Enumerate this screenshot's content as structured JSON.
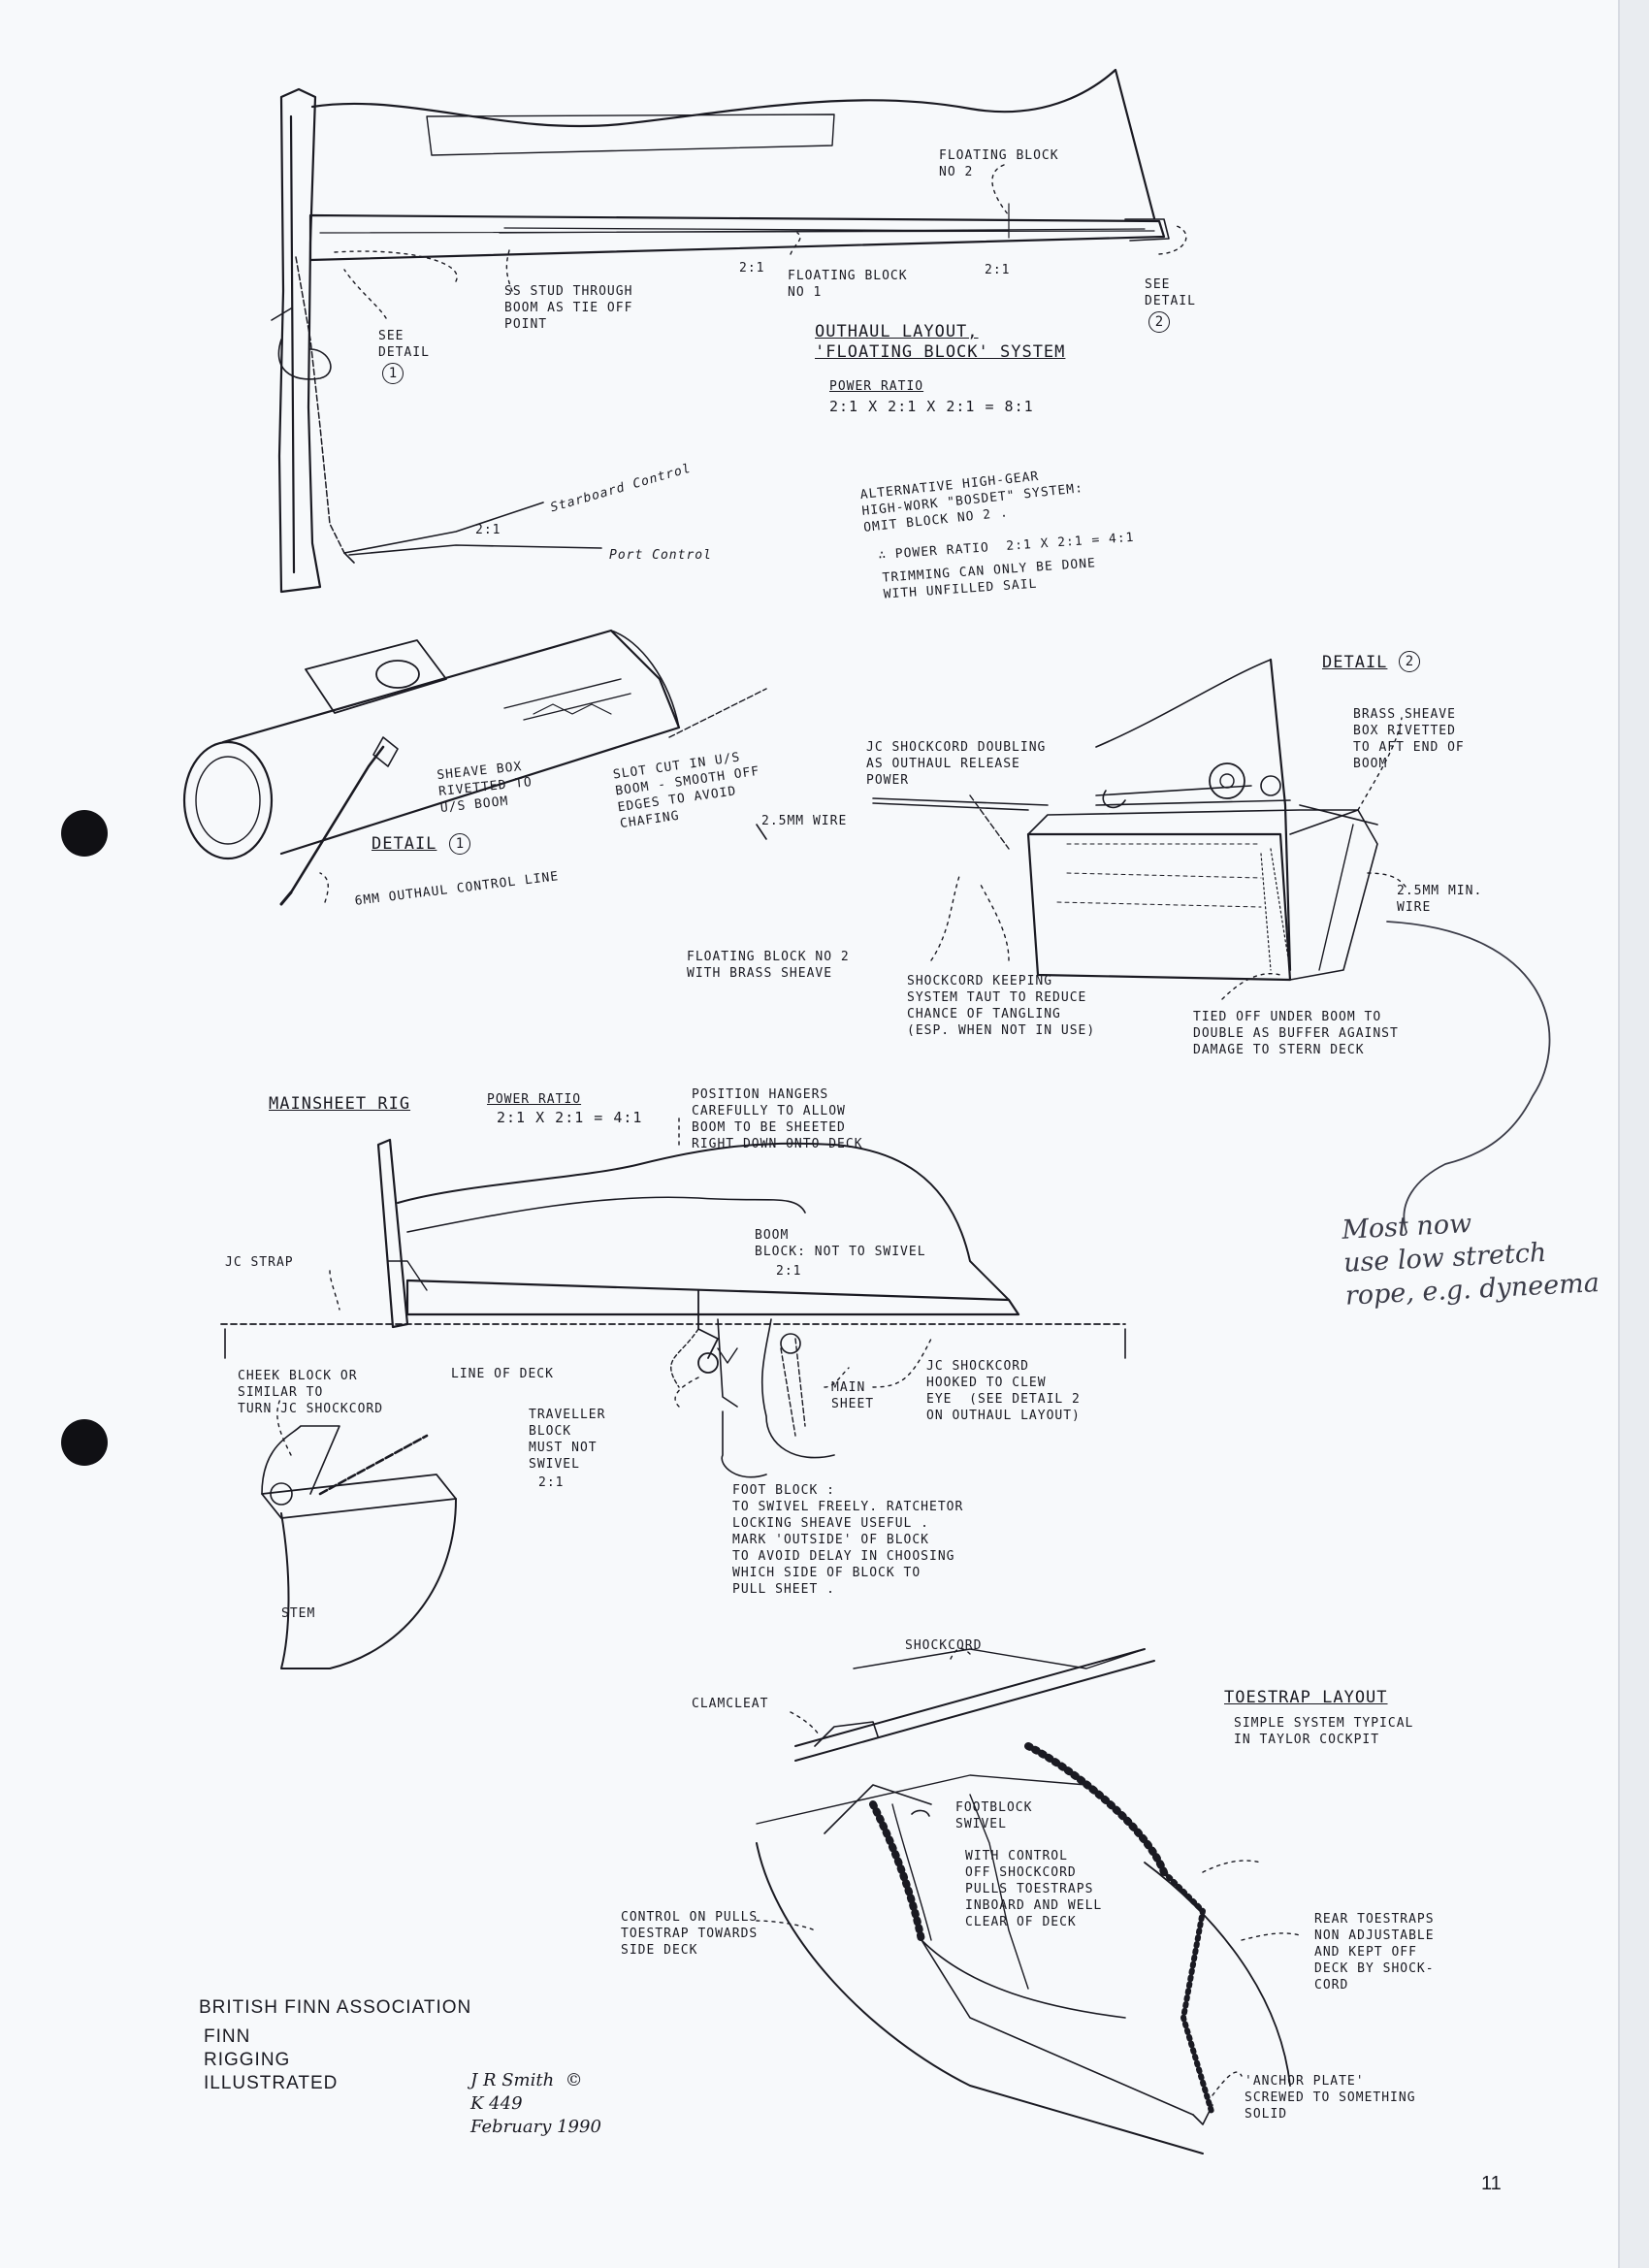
{
  "page_number": "11",
  "outhaul": {
    "floating_block_2": "FLOATING BLOCK\nNo 2",
    "floating_block_1": "FLOATING BLOCK\nNo 1",
    "ratio_a": "2:1",
    "ratio_b": "2:1",
    "ss_stud": "SS STUD THROUGH\nBOOM AS TIE OFF\nPOINT",
    "see_detail_1": "SEE\nDETAIL",
    "see_detail_1_num": "1",
    "see_detail_2": "SEE\nDETAIL",
    "see_detail_2_num": "2",
    "title": "OUTHAUL LAYOUT,\n'FLOATING BLOCK' SYSTEM",
    "power_ratio_label": "POWER RATIO",
    "power_ratio_value": "2:1 x 2:1 x 2:1 = 8:1",
    "starboard_control": "Starboard Control",
    "port_control": "Port Control",
    "ratio_c": "2:1",
    "alternative": "ALTERNATIVE HIGH-GEAR\nHIGH-WORK \"BOSDET\" SYSTEM:\nOMIT BLOCK No 2 .",
    "alt_power": "∴ POWER RATIO  2:1 x 2:1 = 4:1",
    "trimming": "TRIMMING CAN ONLY BE DONE\nWITH UNFILLED SAIL"
  },
  "detail1": {
    "title": "DETAIL",
    "num": "1",
    "sheave_box": "SHEAVE BOX\nRIVETTED TO\nU/S BOOM",
    "slot": "SLOT CUT IN U/S\nBOOM - SMOOTH OFF\nEDGES TO AVOID\nCHAFING",
    "control_line": "6MM OUTHAUL CONTROL LINE"
  },
  "detail2": {
    "title": "DETAIL",
    "num": "2",
    "brass_sheave": "BRASS SHEAVE\nBOX RIVETTED\nTO AFT END OF\nBOOM",
    "jc_shockcord": "JC SHOCKCORD DOUBLING\nAS OUTHAUL RELEASE\nPOWER",
    "wire": "2.5MM WIRE",
    "min_wire": "2.5MM MIN.\nWIRE",
    "floating_block": "FLOATING BLOCK No 2\nWITH BRASS SHEAVE",
    "shockcord_keeping": "SHOCKCORD KEEPING\nSYSTEM TAUT TO REDUCE\nCHANCE OF TANGLING\n(ESP. WHEN NOT IN USE)",
    "tied_off": "TIED OFF UNDER BOOM TO\nDOUBLE AS BUFFER AGAINST\nDAMAGE TO STERN DECK"
  },
  "handwritten_note": "Most now\nuse low stretch\nrope, e.g. dyneema",
  "mainsheet": {
    "title": "MAINSHEET RIG",
    "power_ratio_label": "POWER RATIO",
    "power_ratio_value": "2:1 x 2:1 = 4:1",
    "position_hangers": "POSITION HANGERS\nCAREFULLY TO ALLOW\nBOOM TO BE SHEETED\nRIGHT DOWN ONTO DECK",
    "jc_strap": "JC STRAP",
    "boom_block": "BOOM\nBLOCK: NOT TO SWIVEL",
    "ratio_boom": "2:1",
    "cheek_block": "CHEEK BLOCK OR\nSIMILAR TO\nTURN JC SHOCKCORD",
    "line_of_deck": "LINE OF DECK",
    "main_sheet": "MAIN\nSHEET",
    "jc_hooked": "JC SHOCKCORD\nHOOKED TO CLEW\nEYE  (SEE DETAIL 2\nON OUTHAUL LAYOUT)",
    "traveller": "TRAVELLER\nBLOCK\nMUST NOT\nSWIVEL",
    "ratio_traveller": "2:1",
    "foot_block": "FOOT BLOCK :\nTO SWIVEL FREELY. RATCHETOR\nLOCKING SHEAVE USEFUL .\nMARK 'OUTSIDE' OF BLOCK\nTO AVOID DELAY IN CHOOSING\nWHICH SIDE OF BLOCK TO\nPULL SHEET .",
    "stem": "STEM"
  },
  "toestrap": {
    "shockcord": "SHOCKCORD",
    "clamcleat": "CLAMCLEAT",
    "title": "TOESTRAP LAYOUT",
    "subtitle": "SIMPLE SYSTEM TYPICAL\nIN TAYLOR COCKPIT",
    "footblock_swivel": "FOOTBLOCK\nSWIVEL",
    "with_control": "WITH CONTROL\nOFF SHOCKCORD\nPULLS TOESTRAPS\nINBOARD AND WELL\nCLEAR OF DECK",
    "control_on": "CONTROL ON PULLS\nTOESTRAP TOWARDS\nSIDE DECK",
    "rear_toestraps": "REAR TOESTRAPS\nNON ADJUSTABLE\nAND KEPT OFF\nDECK BY SHOCK-\nCORD",
    "anchor_plate": "'ANCHOR PLATE'\nSCREWED TO SOMETHING\nSOLID"
  },
  "credits": {
    "association": "BRITISH FINN ASSOCIATION",
    "publication": "FINN\nRIGGING\nILLUSTRATED",
    "author": "J R Smith  ©\nK 449\nFebruary 1990"
  }
}
